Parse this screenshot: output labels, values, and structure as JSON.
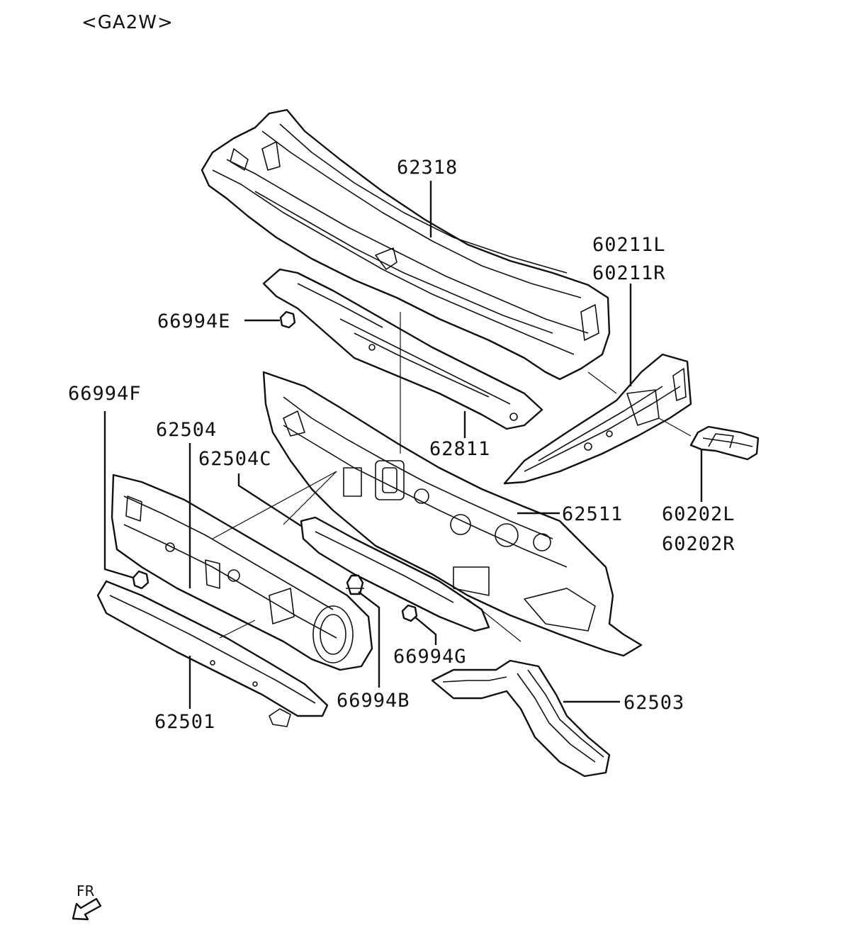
{
  "diagram": {
    "model_code": "<GA2W>",
    "direction_indicator": "FR",
    "callouts": {
      "p62318": "62318",
      "p60211L": "60211L",
      "p60211R": "60211R",
      "p66994E": "66994E",
      "p66994F": "66994F",
      "p62504": "62504",
      "p62504C": "62504C",
      "p62811": "62811",
      "p62511": "62511",
      "p60202L": "60202L",
      "p60202R": "60202R",
      "p66994G": "66994G",
      "p66994B": "66994B",
      "p62501": "62501",
      "p62503": "62503"
    }
  }
}
